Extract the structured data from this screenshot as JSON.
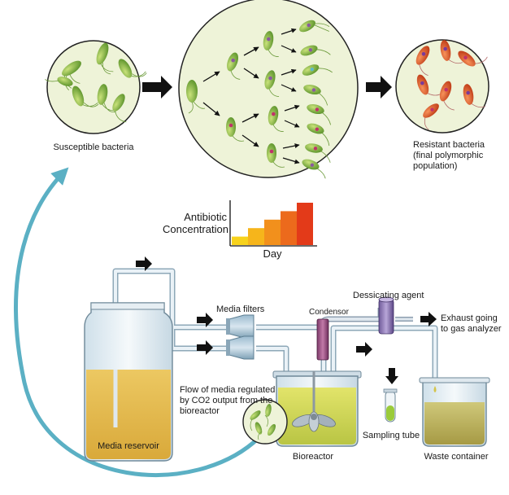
{
  "labels": {
    "susceptible": "Susceptible bacteria",
    "resistant_line1": "Resistant bacteria",
    "resistant_line2": "(final polymorphic",
    "resistant_line3": "population)",
    "antibiotic_line1": "Antibiotic",
    "antibiotic_line2": "Concentration",
    "day": "Day",
    "media_filters": "Media filters",
    "condensor": "Condensor",
    "dessicating_agent": "Dessicating agent",
    "exhaust_line1": "Exhaust going",
    "exhaust_line2": "to gas analyzer",
    "flow_line1": "Flow of media regulated",
    "flow_line2": "by CO2 output from the",
    "flow_line3": "bioreactor",
    "media_reservoir": "Media reservoir",
    "bioreactor": "Bioreactor",
    "sampling_tube": "Sampling tube",
    "waste_container": "Waste container"
  },
  "antibiotic_chart": {
    "type": "bar",
    "xlabel": "Day",
    "ylabel": "Antibiotic Concentration",
    "values": [
      1,
      2,
      3,
      4,
      5
    ],
    "colors": [
      "#f7d21c",
      "#f6b51b",
      "#f2901c",
      "#ec6a1c",
      "#e33a19"
    ]
  },
  "colors": {
    "bacteria_green": "#7bb83a",
    "resistant_red": "#e0501e",
    "pipe": "#dfe9f0",
    "media": "#e3b94c",
    "recycle_arrow": "#5bb0c4",
    "circle_fill": "#eef3d8"
  }
}
